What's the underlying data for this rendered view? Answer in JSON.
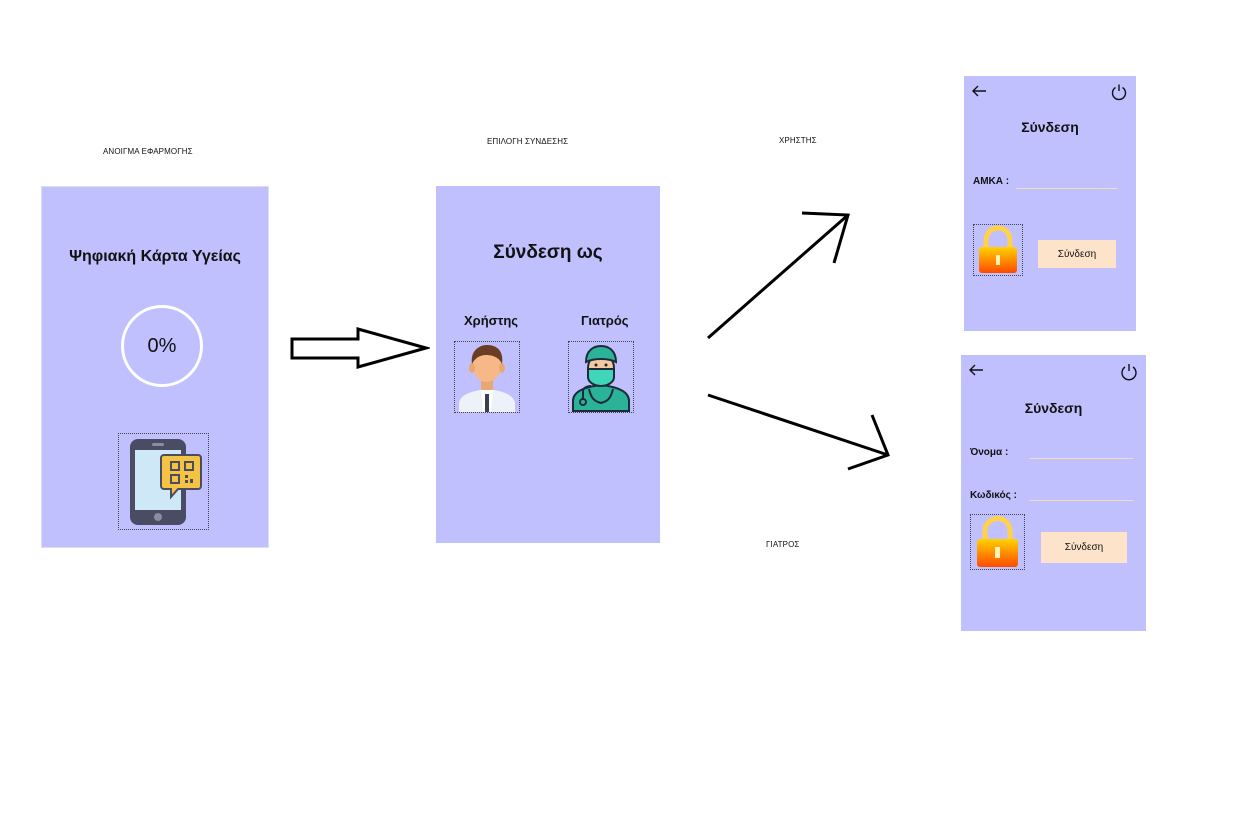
{
  "labels": {
    "open_app": "ΑΝΟΙΓΜΑ ΕΦΑΡΜΟΓΗΣ",
    "login_choice": "ΕΠΙΛΟΓΗ ΣΥΝΔΕΣΗΣ",
    "user": "ΧΡΗΣΤΗΣ",
    "doctor": "ΓΙΑΤΡΟΣ"
  },
  "splash": {
    "title": "Ψηφιακή Κάρτα Υγείας",
    "progress_text": "0%",
    "progress": 0
  },
  "choice": {
    "title": "Σύνδεση ως",
    "user_label": "Χρήστης",
    "doctor_label": "Γιατρός"
  },
  "user_login": {
    "title": "Σύνδεση",
    "amka_label": "ΑΜΚΑ :",
    "button": "Σύνδεση"
  },
  "doctor_login": {
    "title": "Σύνδεση",
    "name_label": "Όνομα :",
    "password_label": "Κωδικός :",
    "button": "Σύνδεση"
  },
  "colors": {
    "screen_bg": "#c0c0ff",
    "button_bg": "#fde3c9",
    "lock_top": "#ffd200",
    "lock_bottom": "#ff4a00"
  }
}
